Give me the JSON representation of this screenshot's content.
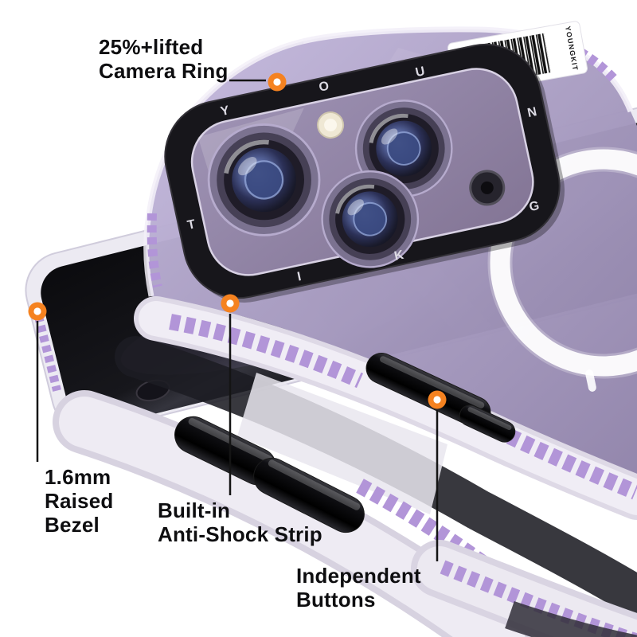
{
  "scene": {
    "background": "#ffffff",
    "description": "Purple clear magnetic phone case product shot with feature callouts"
  },
  "product": {
    "brand": "YOUNGKIT",
    "camera_ring_letters": [
      "Y",
      "O",
      "U",
      "N",
      "G",
      "K",
      "I",
      "T"
    ],
    "colors": {
      "callout_orange": "#f58220",
      "strip_purple": "#b295d8",
      "case_lavender": "#a99dc2",
      "camera_ring_black": "#17161b",
      "magsafe_ring_white": "#ffffff"
    }
  },
  "callouts": {
    "camera_ring": {
      "label": "25%+lifted\nCamera Ring"
    },
    "raised_bezel": {
      "label": "1.6mm\nRaised\nBezel"
    },
    "anti_shock_strip": {
      "label": "Built-in\nAnti-Shock Strip"
    },
    "independent_buttons": {
      "label": "Independent\nButtons"
    }
  }
}
